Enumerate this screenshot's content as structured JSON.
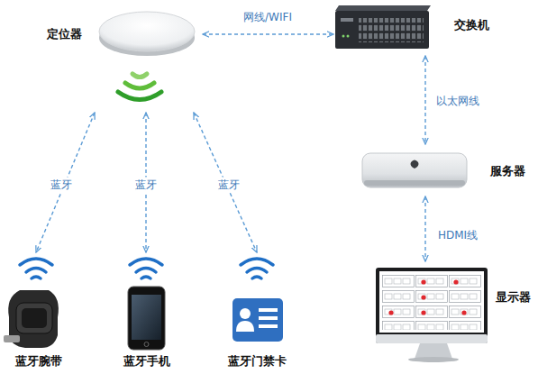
{
  "diagram": {
    "nodes": [
      {
        "text": [
          "定位器"
        ]
      },
      {
        "text": [
          "交换机"
        ]
      },
      {
        "text": [
          "服务器"
        ]
      },
      {
        "text": [
          "显示器"
        ]
      },
      {
        "text": [
          "蓝牙腕带"
        ]
      },
      {
        "text": [
          "蓝牙手机"
        ]
      },
      {
        "text": [
          "蓝牙门禁卡"
        ]
      }
    ],
    "edges": [
      {
        "from": 0,
        "to": 1,
        "label": "网线/WIFI",
        "arrow": "both"
      },
      {
        "from": 1,
        "to": 2,
        "label": "以太网线",
        "arrow": "both"
      },
      {
        "from": 2,
        "to": 3,
        "label": "HDMI线",
        "arrow": "both"
      },
      {
        "from": 0,
        "to": 4,
        "label": "蓝牙",
        "arrow": "both"
      },
      {
        "from": 0,
        "to": 5,
        "label": "蓝牙",
        "arrow": "both"
      },
      {
        "from": 0,
        "to": 6,
        "label": "蓝牙",
        "arrow": "both"
      }
    ]
  }
}
